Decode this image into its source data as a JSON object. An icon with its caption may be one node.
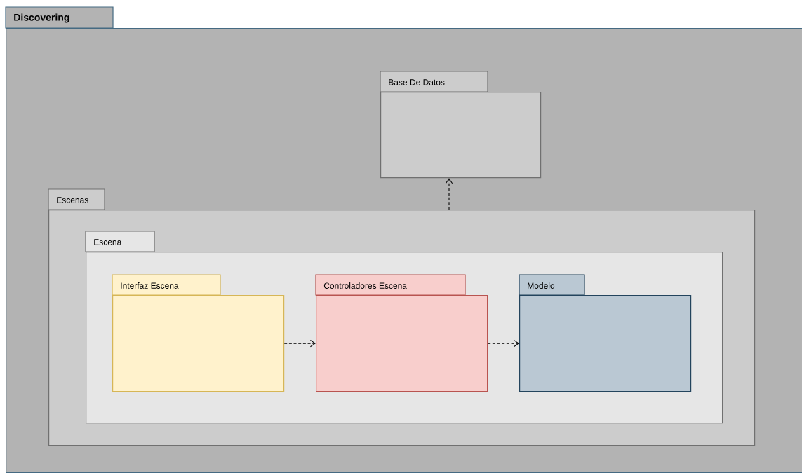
{
  "diagram": {
    "nodes": [
      {
        "text": [
          "Discovering"
        ]
      },
      {
        "text": [
          "Base De Datos"
        ],
        "in": 0
      },
      {
        "text": [
          "Escenas"
        ],
        "in": 0
      },
      {
        "text": [
          "Escena"
        ],
        "in": 2
      },
      {
        "text": [
          "Interfaz Escena"
        ],
        "in": 3
      },
      {
        "text": [
          "Controladores Escena"
        ],
        "in": 3
      },
      {
        "text": [
          "Modelo"
        ],
        "in": 3
      }
    ],
    "edges": [
      {
        "from": 4,
        "to": 5,
        "arrow": "to",
        "style": "dashed"
      },
      {
        "from": 5,
        "to": 6,
        "arrow": "to",
        "style": "dashed"
      },
      {
        "from": 2,
        "to": 1,
        "arrow": "to",
        "style": "dashed"
      }
    ]
  }
}
